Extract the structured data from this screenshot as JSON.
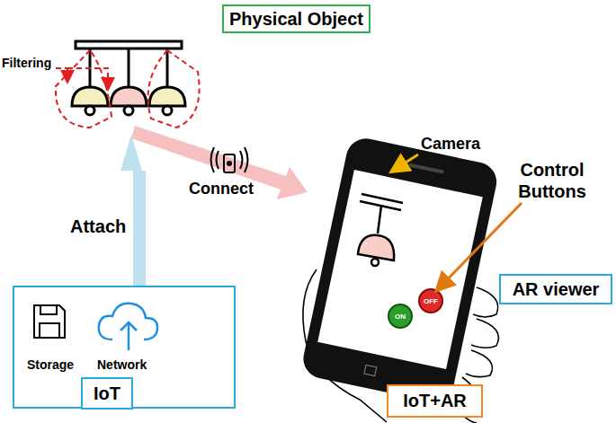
{
  "diagram": {
    "nodes": [
      {
        "text": [
          "Physical Object"
        ]
      },
      {
        "text": [
          "Storage",
          "Network"
        ]
      },
      {
        "text": [
          "IoT"
        ],
        "in": 1
      },
      {
        "text": [
          "AR viewer"
        ]
      },
      {
        "text": [
          "IoT+AR"
        ]
      }
    ],
    "labels": [
      "Filtering",
      "Connect",
      "Attach",
      "Camera",
      "Control Buttons",
      "ON",
      "OFF"
    ]
  }
}
